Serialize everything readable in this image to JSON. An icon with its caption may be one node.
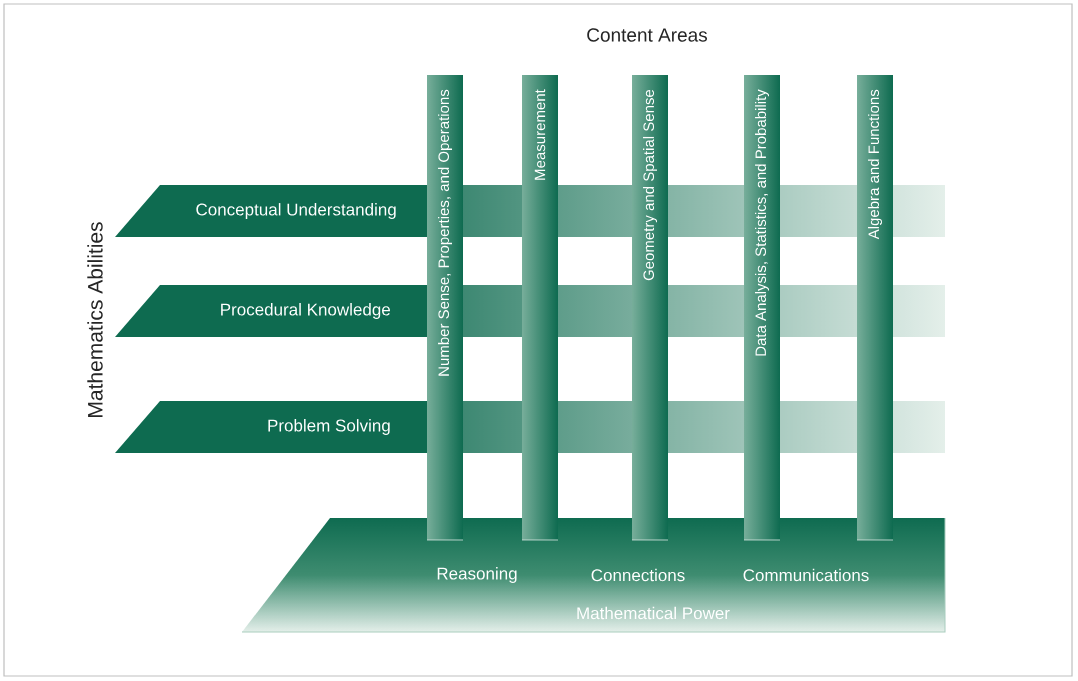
{
  "diagram": {
    "title": "Content Areas",
    "nodes": [
      {
        "text": [
          "Conceptual Understanding"
        ]
      },
      {
        "text": [
          "Procedural Knowledge"
        ]
      },
      {
        "text": [
          "Problem Solving"
        ]
      },
      {
        "text": [
          "Number Sense, Properties, and Operations"
        ]
      },
      {
        "text": [
          "Measurement"
        ]
      },
      {
        "text": [
          "Geometry and Spatial Sense"
        ]
      },
      {
        "text": [
          "Data Analysis, Statistics, and Probability"
        ]
      },
      {
        "text": [
          "Algebra and Functions"
        ]
      },
      {
        "text": [
          "Reasoning",
          "Connections",
          "Communications",
          "Mathematical Power"
        ]
      }
    ],
    "labels": [
      "Mathematics Abilities"
    ]
  }
}
